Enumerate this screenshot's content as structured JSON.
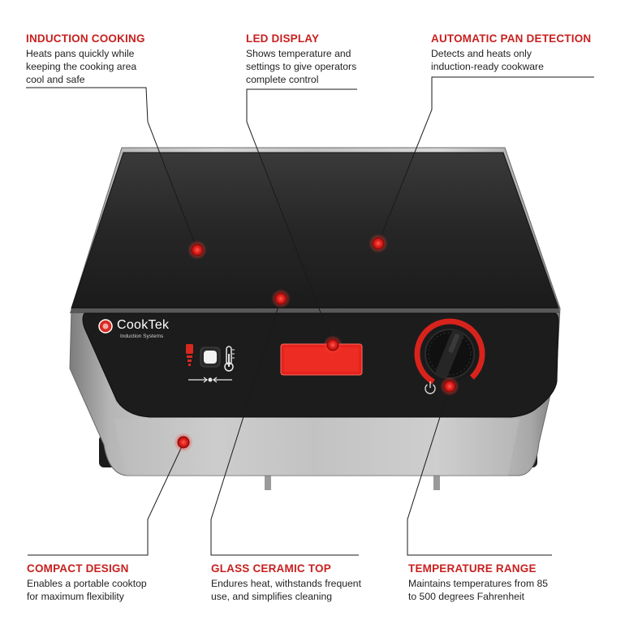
{
  "brand": {
    "name": "CookTek",
    "tagline": "Induction Systems"
  },
  "features": {
    "induction_cooking": {
      "title": "INDUCTION COOKING",
      "lines": [
        "Heats pans quickly while",
        "keeping the cooking area",
        "cool and safe"
      ]
    },
    "led_display": {
      "title": "LED DISPLAY",
      "lines": [
        "Shows temperature and",
        "settings to give operators",
        "complete control"
      ]
    },
    "automatic_pan_detection": {
      "title": "AUTOMATIC PAN DETECTION",
      "lines": [
        "Detects and heats only",
        "induction-ready cookware"
      ]
    },
    "compact_design": {
      "title": "COMPACT DESIGN",
      "lines": [
        "Enables a portable cooktop",
        "for maximum flexibility"
      ]
    },
    "glass_ceramic_top": {
      "title": "GLASS CERAMIC TOP",
      "lines": [
        "Endures heat, withstands frequent",
        "use, and simplifies cleaning"
      ]
    },
    "temperature_range": {
      "title": "TEMPERATURE RANGE",
      "lines": [
        "Maintains temperatures from 85",
        "to 500 degrees Fahrenheit"
      ]
    }
  },
  "colors": {
    "accent_red": "#c8201f",
    "marker_red": "#e0201c"
  },
  "icons": [
    "power-icon",
    "thermometer-icon",
    "pan-detect-icon"
  ]
}
